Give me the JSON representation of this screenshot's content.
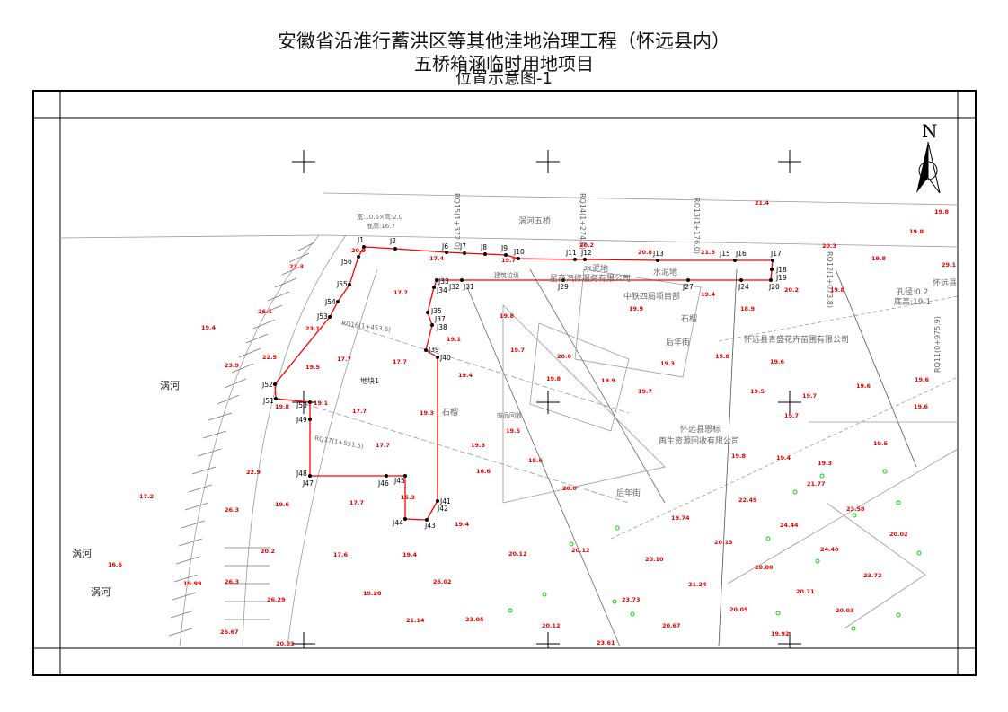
{
  "title": {
    "line1": "安徽省沿淮行蓄洪区等其他洼地治理工程（怀远县内）",
    "line2": "五桥箱涵临时用地项目",
    "line3": "位置示意图-1"
  },
  "north_label": "N",
  "colors": {
    "boundary": "#ff0000",
    "elevation": "#e00000",
    "tree": "#00cc00",
    "base": "#888888"
  },
  "map_labels": {
    "bridge": "涡河五桥",
    "culvert_size": "宽:10.6×高:2.0",
    "culvert_bottom": "底高:16.7",
    "hole": "孔径:0.2",
    "hole_bottom": "底高:19.1",
    "river1": "涡河",
    "river2": "涡河",
    "river3": "涡河",
    "plot": "地块1",
    "cement1": "水泥地",
    "cement2": "水泥地",
    "garbage": "建筑垃圾",
    "company1": "星商汽修服务有限公司",
    "company2": "中铁四局项目部",
    "company3": "怀远县青盛花卉苗圃有限公司",
    "company4": "怀远县恩标",
    "company5": "再生资源回收有限公司",
    "street1": "后年街",
    "street2": "后年街",
    "recycle": "废品回收",
    "pomegranate1": "石榴",
    "pomegranate2": "石榴",
    "county": "怀远县",
    "rq11": "RQ11(0+975.9)",
    "rq12": "RQ12(1+073.8)",
    "rq13": "RQ13(1+176.0)",
    "rq14": "RQ14(1+274.0)",
    "rq15": "RQ15(1+372.0)",
    "rq16": "RQ16(1+453.6)",
    "rq17": "RQ17(1+551.5)"
  },
  "boundary_points": [
    "J1",
    "J2",
    "J6",
    "J7",
    "J8",
    "J9",
    "J10",
    "J11",
    "J12",
    "J13",
    "J15",
    "J16",
    "J17",
    "J18",
    "J19",
    "J20",
    "J24",
    "J27",
    "J29",
    "J31",
    "J32",
    "J33",
    "J34",
    "J35",
    "J37",
    "J38",
    "J39",
    "J40",
    "J41",
    "J42",
    "J43",
    "J44",
    "J45",
    "J46",
    "J47",
    "J48",
    "J49",
    "J50",
    "J51",
    "J52",
    "J53",
    "J54",
    "J55",
    "J56"
  ],
  "elevations": [
    "23.3",
    "20.9",
    "17.4",
    "19.7",
    "20.2",
    "20.8",
    "21.5",
    "21.4",
    "20.3",
    "19.8",
    "19.8",
    "29.1",
    "19.8",
    "17.7",
    "19.1",
    "19.8",
    "19.7",
    "19.9",
    "19.4",
    "18.9",
    "20.2",
    "19.8",
    "26.1",
    "19.4",
    "23.1",
    "22.5",
    "23.9",
    "19.5",
    "17.7",
    "17.7",
    "19.1",
    "19.8",
    "17.7",
    "17.7",
    "19.3",
    "19.4",
    "19.3",
    "19.5",
    "20.0",
    "19.8",
    "19.9",
    "19.7",
    "19.3",
    "19.8",
    "19.6",
    "19.5",
    "19.7",
    "19.6",
    "19.6",
    "19.7",
    "19.5",
    "19.8",
    "19.4",
    "19.3",
    "18.6",
    "20.0",
    "21.77",
    "23.58",
    "22.49",
    "24.44",
    "24.40",
    "20.02",
    "23.72",
    "20.13",
    "20.10",
    "20.80",
    "20.71",
    "21.24",
    "20.12",
    "23.73",
    "20.12",
    "21.14",
    "23.05",
    "20.12",
    "20.67",
    "23.61",
    "19.92",
    "20.05",
    "20.03",
    "26.29",
    "19.28",
    "26.02",
    "17.6",
    "19.4",
    "17.7",
    "19.6",
    "22.9",
    "20.2",
    "26.3",
    "26.3",
    "17.2",
    "16.6",
    "19.99",
    "26.67",
    "20.03",
    "19.74",
    "19.4",
    "15.3",
    "16.6",
    "19.6"
  ]
}
